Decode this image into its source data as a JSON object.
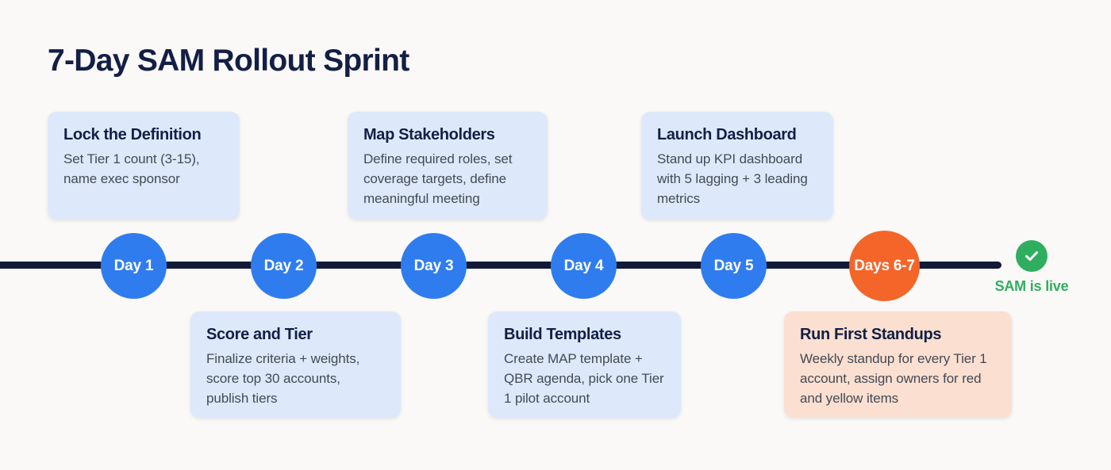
{
  "page": {
    "title": "7-Day SAM Rollout Sprint",
    "background_color": "#faf9f7"
  },
  "colors": {
    "title_navy": "#131f45",
    "spine_navy": "#121a38",
    "node_blue": "#2f7cef",
    "node_orange": "#f4652a",
    "card_blue": "#dde9fa",
    "card_peach": "#fbdfd0",
    "success_green": "#2fae5f",
    "body_text": "#434a55"
  },
  "timeline": {
    "nodes": [
      {
        "label": "Day 1",
        "color": "blue"
      },
      {
        "label": "Day 2",
        "color": "blue"
      },
      {
        "label": "Day 3",
        "color": "blue"
      },
      {
        "label": "Day 4",
        "color": "blue"
      },
      {
        "label": "Day 5",
        "color": "blue"
      },
      {
        "label": "Days 6-7",
        "color": "orange"
      }
    ],
    "end_marker": {
      "icon": "check-circle-icon",
      "label": "SAM is live"
    }
  },
  "cards": [
    {
      "position": "top",
      "title": "Lock the Definition",
      "body": "Set Tier 1 count (3-15), name exec sponsor",
      "style": "blue"
    },
    {
      "position": "bottom",
      "title": "Score and Tier",
      "body": "Finalize criteria + weights, score top 30 accounts, publish tiers",
      "style": "blue"
    },
    {
      "position": "top",
      "title": "Map Stakeholders",
      "body": "Define required roles, set coverage targets, define meaningful meeting",
      "style": "blue"
    },
    {
      "position": "bottom",
      "title": "Build Templates",
      "body": "Create MAP template + QBR agenda, pick one Tier 1 pilot account",
      "style": "blue"
    },
    {
      "position": "top",
      "title": "Launch Dashboard",
      "body": "Stand up KPI dashboard with 5 lagging + 3 leading metrics",
      "style": "blue"
    },
    {
      "position": "bottom",
      "title": "Run First Standups",
      "body": "Weekly standup for every Tier 1 account, assign owners for red and yellow items",
      "style": "peach"
    }
  ]
}
